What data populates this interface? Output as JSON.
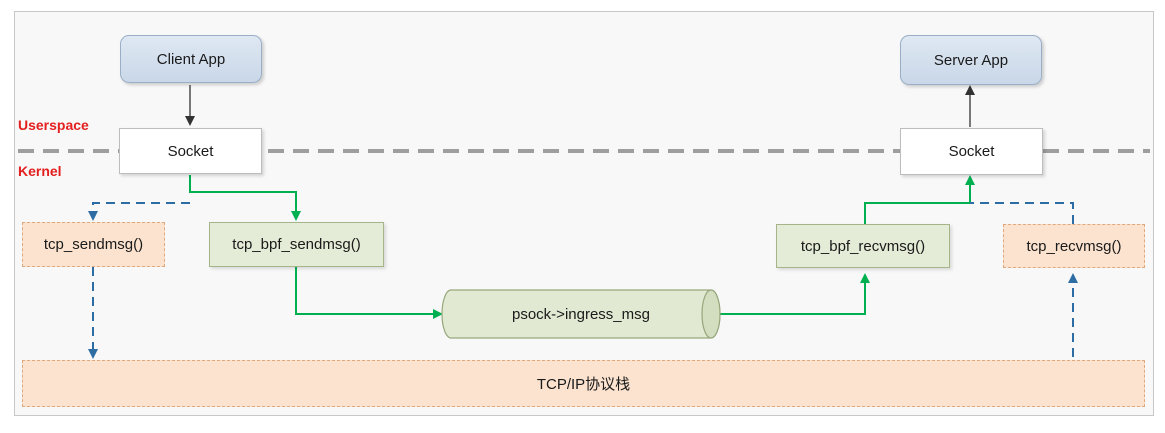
{
  "labels": {
    "client_app": "Client App",
    "server_app": "Server App",
    "userspace": "Userspace",
    "kernel": "Kernel",
    "client_socket": "Socket",
    "server_socket": "Socket",
    "tcp_sendmsg": "tcp_sendmsg()",
    "tcp_bpf_sendmsg": "tcp_bpf_sendmsg()",
    "psock_ingress": "psock->ingress_msg",
    "tcp_bpf_recvmsg": "tcp_bpf_recvmsg()",
    "tcp_recvmsg": "tcp_recvmsg()",
    "tcpip_stack": "TCP/IP协议栈"
  },
  "colors": {
    "bpf_path": "#00b050",
    "normal_path": "#2e6da4",
    "zone_label": "#e41f1f",
    "divider": "#9e9e9e"
  }
}
